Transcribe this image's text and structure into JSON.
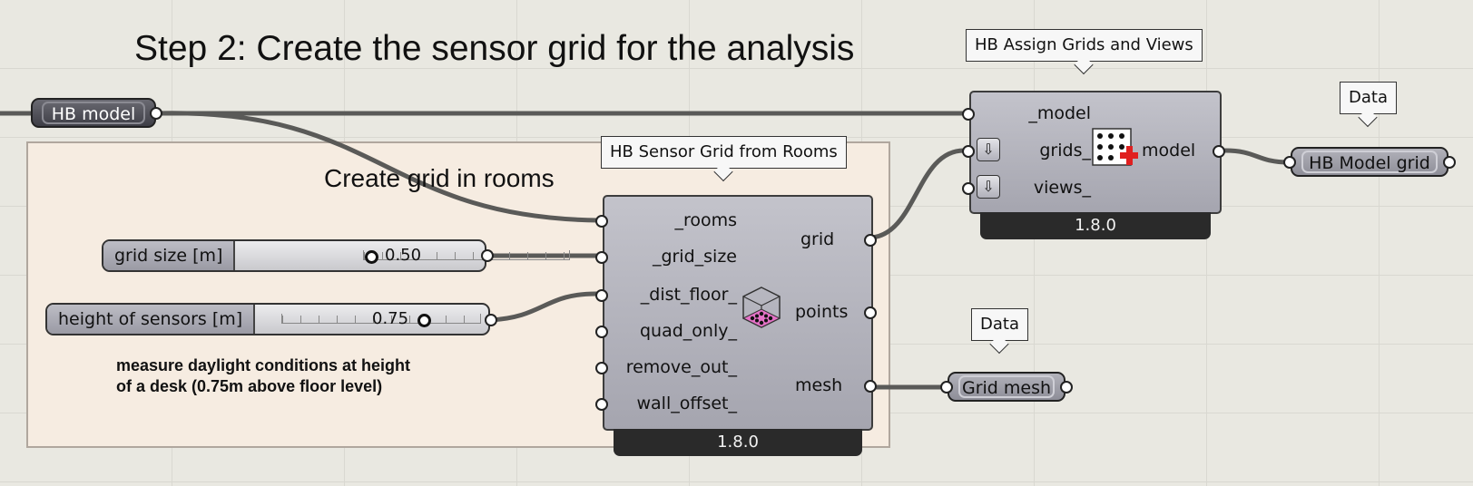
{
  "canvas": {
    "title": "Step 2: Create the sensor grid for the analysis",
    "group_label": "Create grid in rooms",
    "note": "measure daylight conditions at height\nof a desk (0.75m above floor level)"
  },
  "hb_model_param": {
    "label": "HB model"
  },
  "sliders": {
    "grid_size": {
      "label": "grid size [m]",
      "value": "0.50"
    },
    "height": {
      "label": "height of sensors [m]",
      "value": "0.75"
    }
  },
  "sensor_grid": {
    "tooltip": "HB Sensor Grid from Rooms",
    "inputs": [
      "_rooms",
      "_grid_size",
      "_dist_floor_",
      "quad_only_",
      "remove_out_",
      "wall_offset_"
    ],
    "outputs": [
      "grid",
      "points",
      "mesh"
    ],
    "version": "1.8.0",
    "icon": "sensor-grid-cube-icon"
  },
  "assign_grids": {
    "tooltip": "HB Assign Grids and Views",
    "inputs": [
      "_model",
      "grids_",
      "views_"
    ],
    "outputs": [
      "model"
    ],
    "version": "1.8.0",
    "icon": "assign-grids-icon"
  },
  "outputs": {
    "model_grid": {
      "tooltip": "Data",
      "label": "HB Model grid"
    },
    "grid_mesh": {
      "tooltip": "Data",
      "label": "Grid mesh"
    }
  },
  "colors": {
    "wire": "#5a5a58",
    "group_fill": "#f6ece1",
    "canvas": "#e9e8e1",
    "footer": "#2a2a2a"
  }
}
